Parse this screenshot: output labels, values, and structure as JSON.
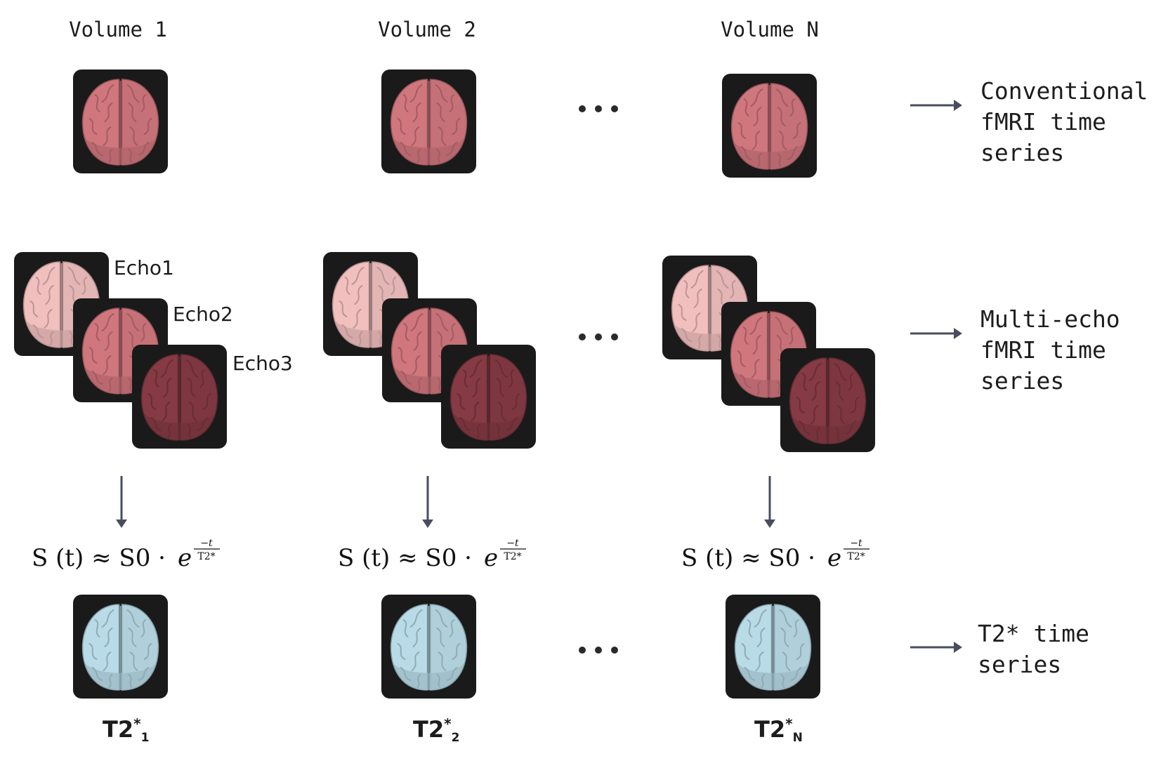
{
  "volumes": [
    {
      "title": "Volume 1",
      "t2_base": "T2",
      "t2_star": "*",
      "t2_sub": "1"
    },
    {
      "title": "Volume 2",
      "t2_base": "T2",
      "t2_star": "*",
      "t2_sub": "2"
    },
    {
      "title": "Volume N",
      "t2_base": "T2",
      "t2_star": "*",
      "t2_sub": "N"
    }
  ],
  "echo_labels": [
    "Echo1",
    "Echo2",
    "Echo3"
  ],
  "ellipsis": "...",
  "rows": {
    "conventional": [
      "Conventional",
      "fMRI time",
      "series"
    ],
    "multi_echo": [
      "Multi-echo",
      "fMRI time",
      "series"
    ],
    "t2star": [
      "T2* time",
      "series"
    ]
  },
  "equation": {
    "lhs": "S",
    "arg": "(t)",
    "approx": "≈",
    "s0": "S0",
    "cdot": "·",
    "e": "e",
    "exp_num": "−t",
    "exp_den": "T2*"
  },
  "colors": {
    "brain_conventional": "#d0767d",
    "brain_echo1": "#f0bfbe",
    "brain_echo2": "#d0767d",
    "brain_echo3": "#853a44",
    "brain_t2": "#b8dbe7",
    "tile": "#1a1a1a",
    "arrow": "#4a4d60"
  }
}
